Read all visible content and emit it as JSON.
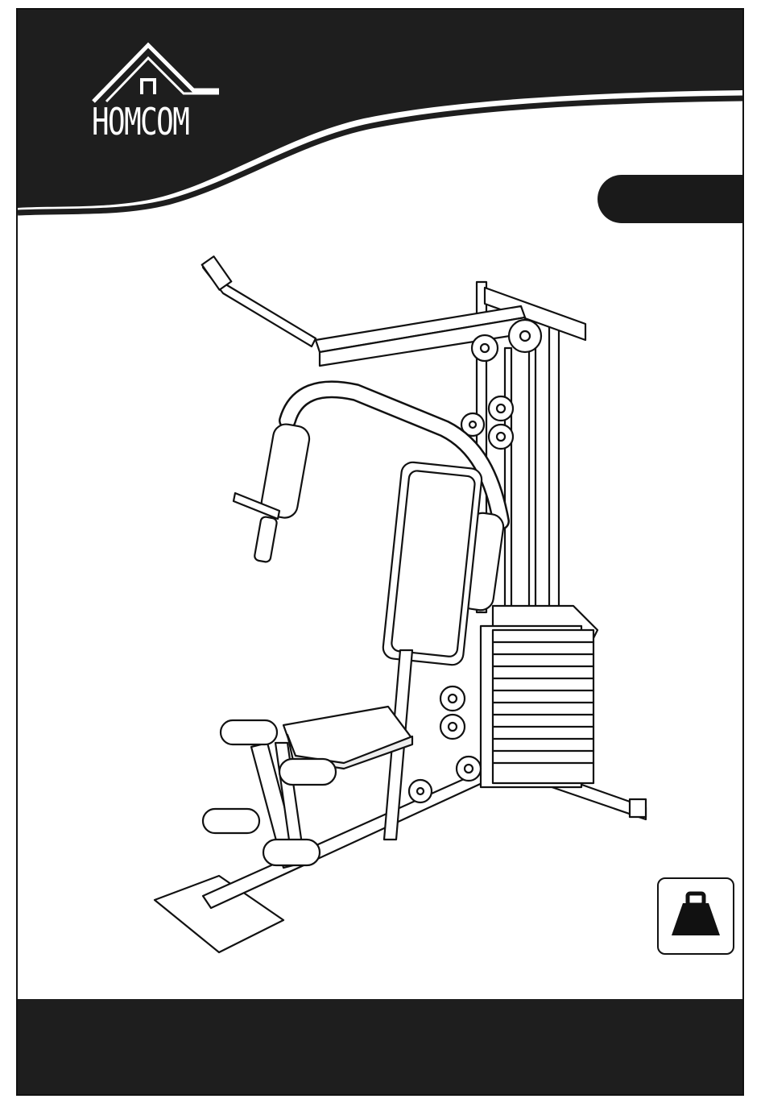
{
  "brand": {
    "name": "HomCom",
    "logo_text": "HOMCOM"
  },
  "icons": {
    "logo_roof": "house-roof-icon",
    "weight": "weight-icon",
    "product": "home-gym-machine-illustration"
  },
  "colors": {
    "dark": "#1e1e1e",
    "white": "#ffffff"
  }
}
